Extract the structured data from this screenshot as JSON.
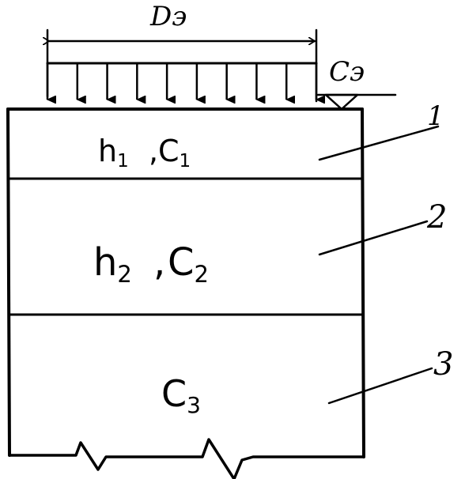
{
  "diagram": {
    "load_dimension_label": "Dэ",
    "load_modulus_label": "Cэ",
    "layers": [
      {
        "number": "1",
        "thickness": "h1",
        "modulus": "C1"
      },
      {
        "number": "2",
        "thickness": "h2",
        "modulus": "C2"
      },
      {
        "number": "3",
        "modulus": "C3"
      }
    ]
  }
}
